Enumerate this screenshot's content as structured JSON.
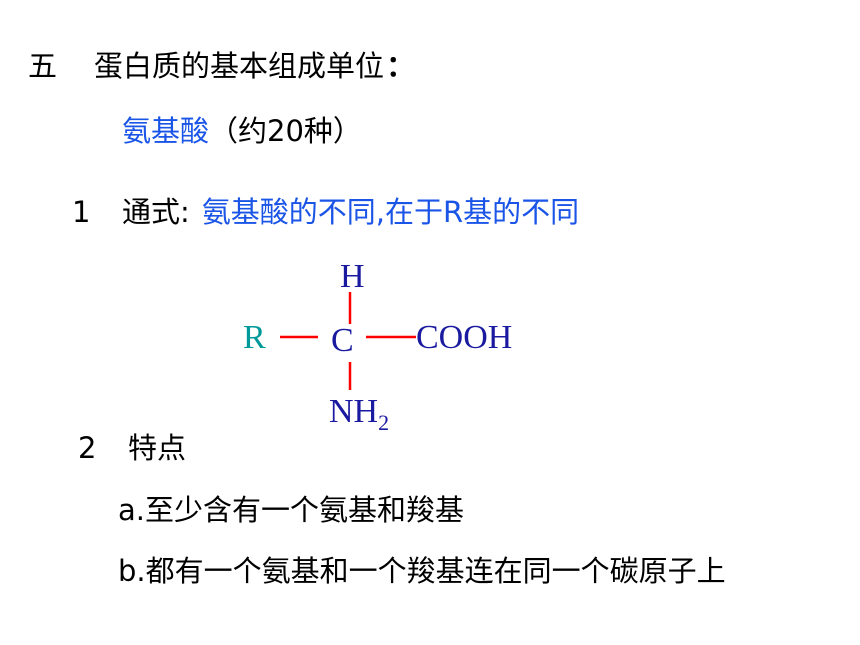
{
  "heading": {
    "number": "五",
    "text": "蛋白质的基本组成单位",
    "colon": "："
  },
  "subtitle": {
    "highlight": "氨基酸",
    "note": "（约20种）"
  },
  "point1": {
    "number": "1",
    "label": "通式:",
    "explanation": "氨基酸的不同,在于R基的不同"
  },
  "formula": {
    "top_atom": "H",
    "center_atom": "C",
    "left_group": "R",
    "right_group": "COOH",
    "bottom_group": "NH",
    "bottom_subscript": "2",
    "colors": {
      "bond": "#ff0000",
      "r_group": "#009999",
      "atoms": "#1a1aa0"
    }
  },
  "point2": {
    "number": "2",
    "label": "特点"
  },
  "features": [
    {
      "marker": "a.",
      "text": "至少含有一个氨基和羧基"
    },
    {
      "marker": "b.",
      "text": "都有一个氨基和一个羧基连在同一个碳原子上"
    }
  ],
  "colors": {
    "text": "#000000",
    "highlight": "#1a55e8",
    "background": "#ffffff"
  }
}
